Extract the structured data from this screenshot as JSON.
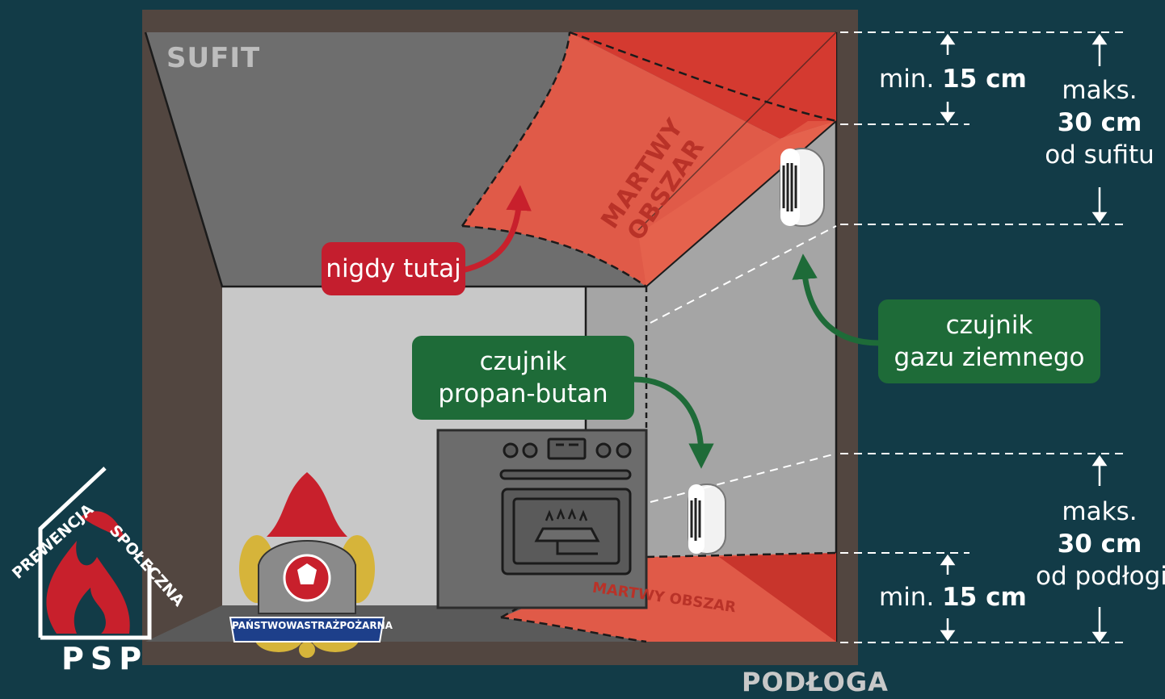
{
  "room": {
    "ceiling_label": "SUFIT",
    "floor_label": "PODŁOGA"
  },
  "dead_zone": {
    "upper_text": "MARTWY OBSZAR",
    "lower_text": "MARTWY OBSZAR"
  },
  "callouts": {
    "never_here": "nigdy tutaj",
    "propane_line1": "czujnik",
    "propane_line2": "propan-butan",
    "natural_gas_line1": "czujnik",
    "natural_gas_line2": "gazu ziemnego"
  },
  "measurements": {
    "top_min_prefix": "min.",
    "top_min_value": "15 cm",
    "top_max_prefix": "maks.",
    "top_max_value": "30 cm",
    "top_max_suffix": "od sufitu",
    "bottom_min_prefix": "min.",
    "bottom_min_value": "15 cm",
    "bottom_max_prefix": "maks.",
    "bottom_max_value": "30 cm",
    "bottom_max_suffix": "od podłogi"
  },
  "logos": {
    "prevention_arc1": "PREWENCJA",
    "prevention_arc2": "SPOŁECZNA",
    "psp": "PSP",
    "badge_left": "PAŃSTWOWA",
    "badge_mid": "STRAŻ",
    "badge_right": "POŻARNA"
  },
  "colors": {
    "background": "#123b47",
    "dead_zone_red": "#e05a48",
    "callout_red": "#c41e2e",
    "callout_green": "#1e6b38"
  }
}
